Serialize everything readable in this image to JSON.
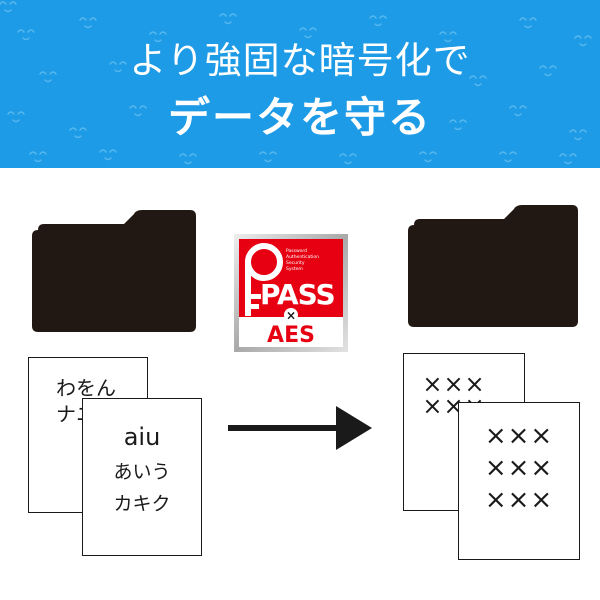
{
  "banner": {
    "line1": "より強固な暗号化で",
    "line2": "データを守る",
    "background_color": "#1e9be6"
  },
  "badge": {
    "brand": "PASS",
    "small_lines": [
      "Password",
      "Authentication",
      "Security",
      "System"
    ],
    "connector": "×",
    "cipher": "AES",
    "colors": {
      "red": "#e60012",
      "silver": "#c8c8c8"
    }
  },
  "before": {
    "back_page_lines": [
      "わをん",
      "ナニヌ"
    ],
    "front_page_lines": [
      "aiu",
      "あいう",
      "カキク"
    ]
  },
  "after": {
    "back_page_lines": [
      "×××",
      "×××"
    ],
    "front_page_lines": [
      "×××",
      "×××",
      "×××"
    ]
  },
  "icons": {
    "folder_left": "folder-icon",
    "folder_right": "folder-icon",
    "arrow": "arrow-right-icon"
  }
}
